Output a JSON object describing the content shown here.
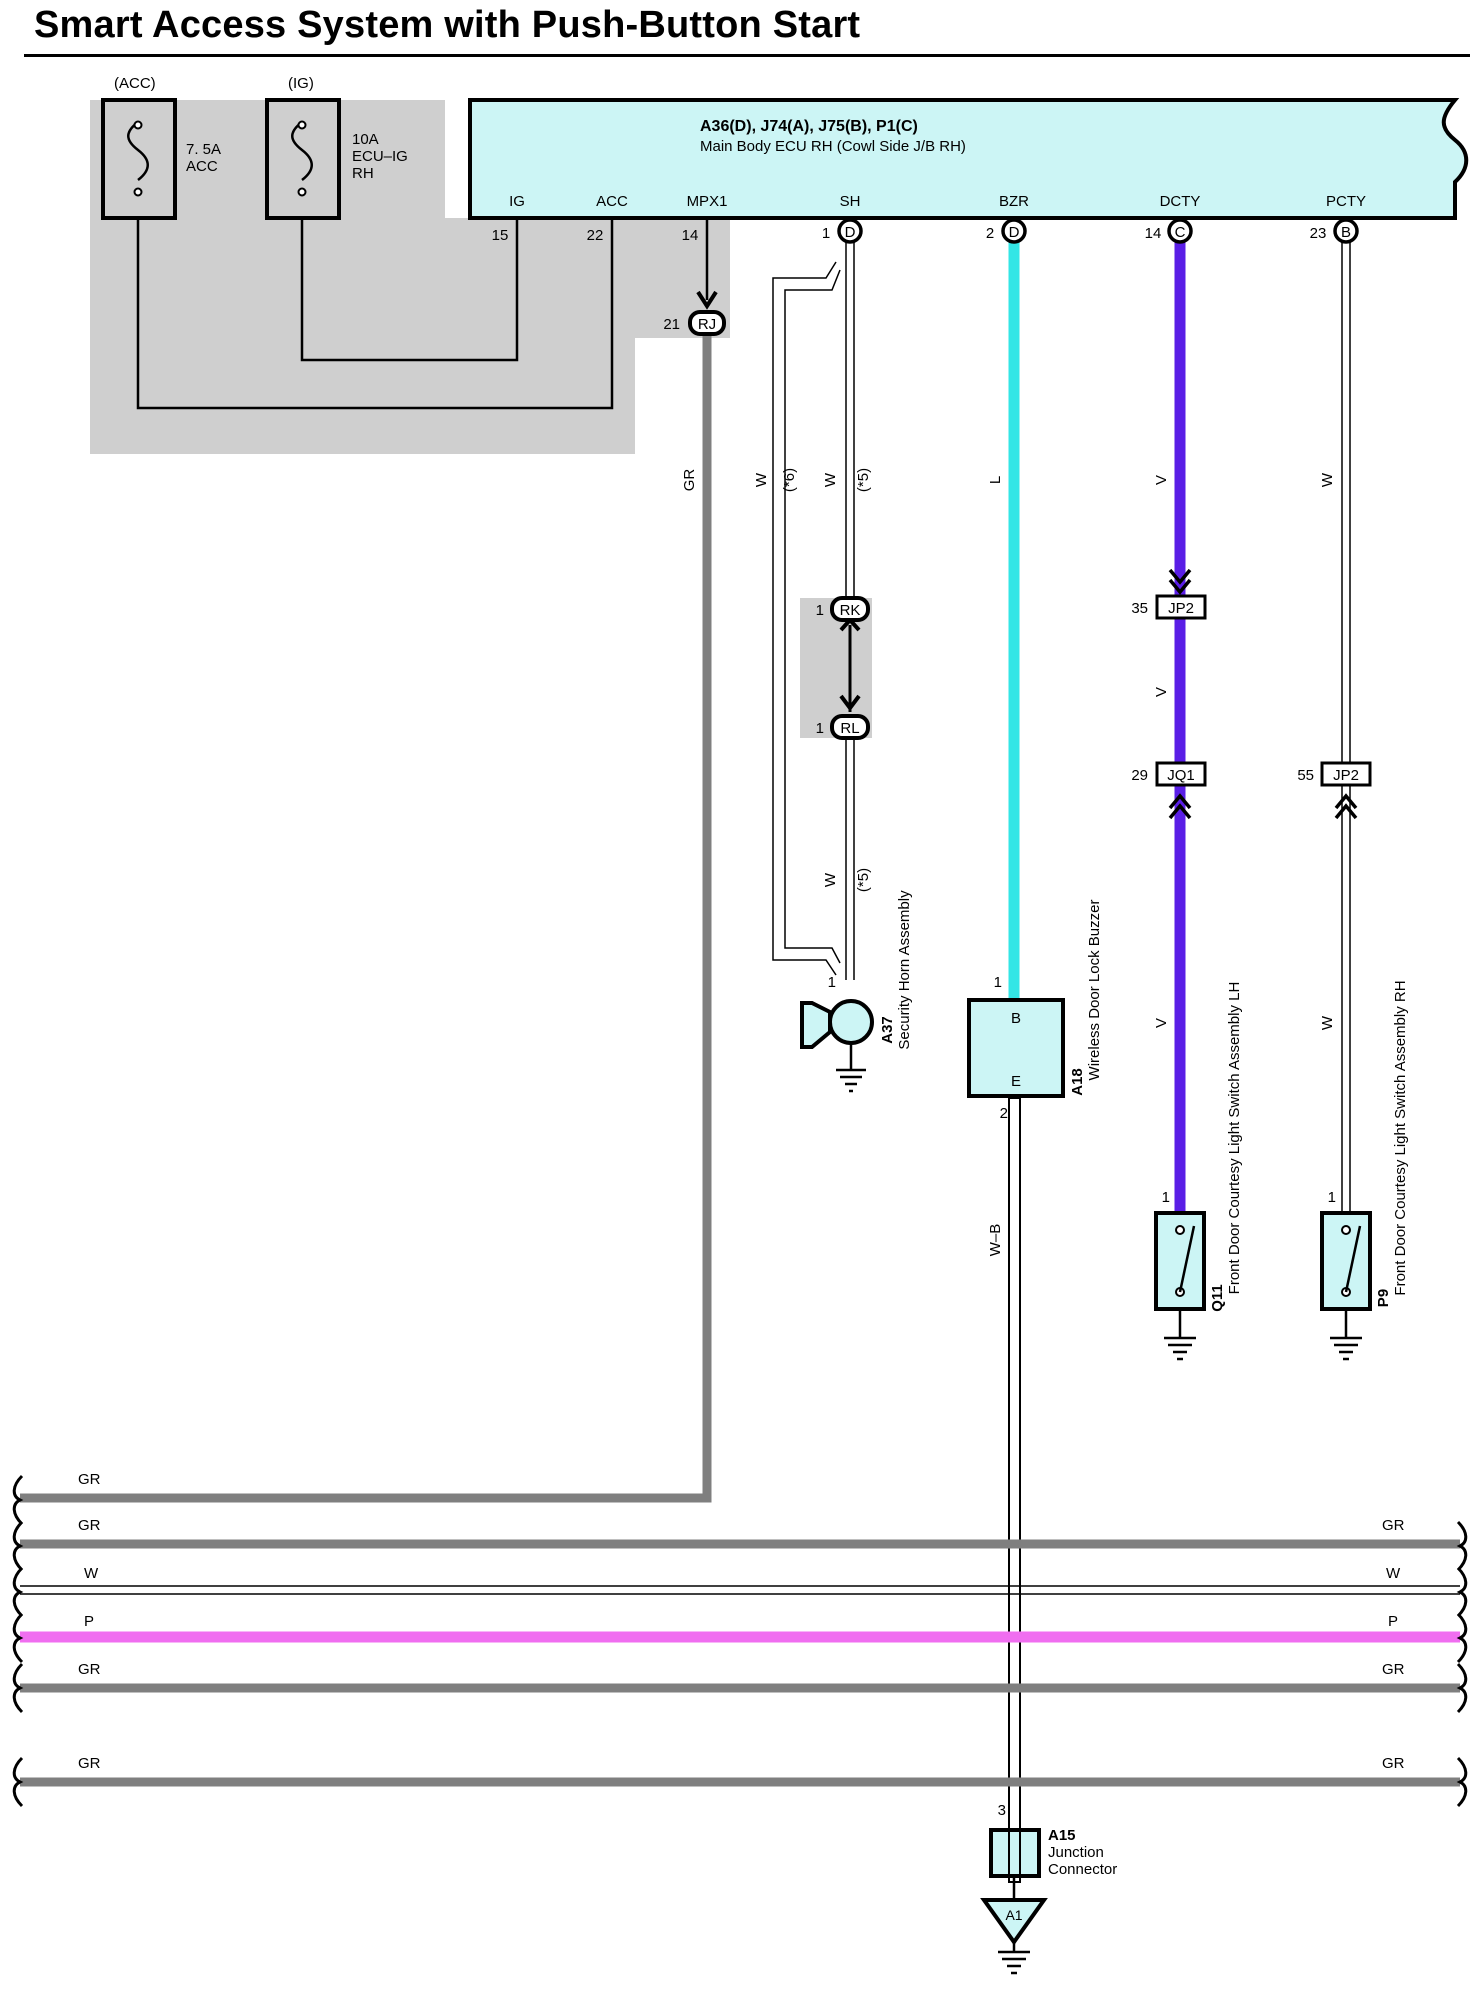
{
  "title": "Smart Access System with Push-Button Start",
  "colors": {
    "gr": "#7f7f7f",
    "l": "#33e6e6",
    "v": "#5a1ee6",
    "p": "#f06ef0",
    "ecu_fill": "#ccf5f5",
    "shade": "#cfcfcf"
  },
  "fuses": [
    {
      "top_label": "(ACC)",
      "rating": "7. 5A",
      "name": "ACC",
      "extra": ""
    },
    {
      "top_label": "(IG)",
      "rating": "10A",
      "name": "ECU–IG",
      "extra": "RH"
    }
  ],
  "ecu": {
    "connectors": "A36(D), J74(A), J75(B), P1(C)",
    "name": "Main Body ECU RH (Cowl Side J/B RH)",
    "pins": [
      {
        "label": "IG",
        "num": "15",
        "conn": ""
      },
      {
        "label": "ACC",
        "num": "22",
        "conn": ""
      },
      {
        "label": "MPX1",
        "num": "14",
        "conn": ""
      },
      {
        "label": "SH",
        "num": "1",
        "conn": "D"
      },
      {
        "label": "BZR",
        "num": "2",
        "conn": "D"
      },
      {
        "label": "DCTY",
        "num": "14",
        "conn": "C"
      },
      {
        "label": "PCTY",
        "num": "23",
        "conn": "B"
      }
    ]
  },
  "junctions": {
    "rj": {
      "pin": "21",
      "name": "RJ"
    },
    "rk": {
      "pin": "1",
      "name": "RK"
    },
    "rl": {
      "pin": "1",
      "name": "RL"
    },
    "jp2_v": {
      "pin": "35",
      "name": "JP2"
    },
    "jq1": {
      "pin": "29",
      "name": "JQ1"
    },
    "jp2_w": {
      "pin": "55",
      "name": "JP2"
    }
  },
  "wire_labels": {
    "gr": "GR",
    "w": "W",
    "l": "L",
    "v": "V",
    "wb": "W–B",
    "p": "P",
    "note6": "(*6)",
    "note5": "(*5)"
  },
  "components": {
    "a37": {
      "code": "A37",
      "name": "Security Horn Assembly",
      "pin": "1"
    },
    "a18": {
      "code": "A18",
      "name": "Wireless Door Lock Buzzer",
      "pin_b": "1",
      "pin_e": "2",
      "term_b": "B",
      "term_e": "E"
    },
    "q11": {
      "code": "Q11",
      "name": "Front Door Courtesy Light Switch Assembly LH",
      "pin": "1"
    },
    "p9": {
      "code": "P9",
      "name": "Front Door Courtesy Light Switch Assembly RH",
      "pin": "1"
    },
    "a15": {
      "code": "A15",
      "name1": "Junction",
      "name2": "Connector",
      "pin": "3"
    },
    "a1": {
      "name": "A1"
    }
  },
  "bus": [
    {
      "left": "GR",
      "right": ""
    },
    {
      "left": "GR",
      "right": "GR"
    },
    {
      "left": "W",
      "right": "W"
    },
    {
      "left": "P",
      "right": "P"
    },
    {
      "left": "GR",
      "right": "GR"
    },
    {
      "left": "GR",
      "right": "GR"
    }
  ]
}
